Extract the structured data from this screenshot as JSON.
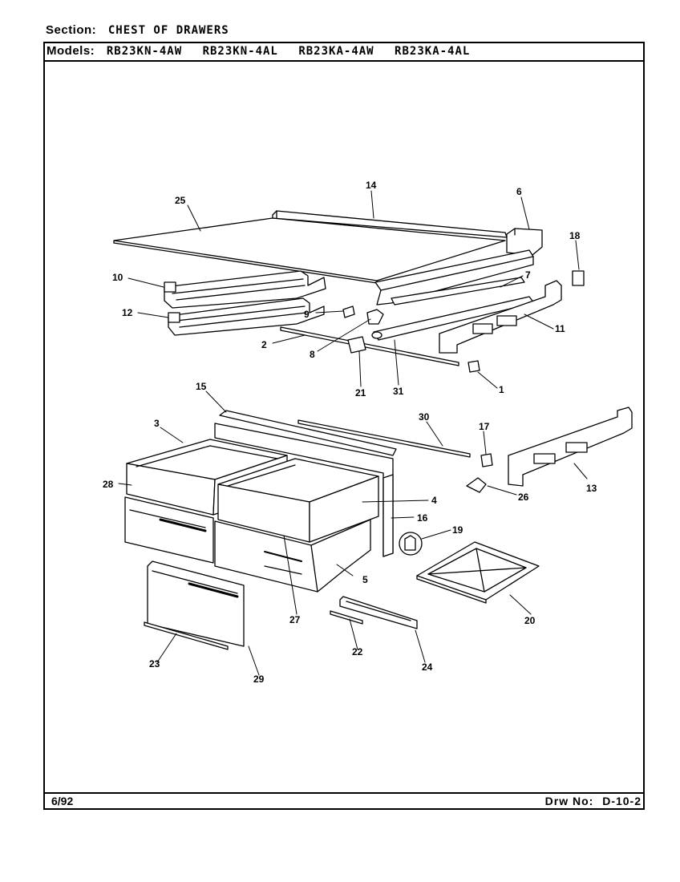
{
  "header": {
    "section_label": "Section:",
    "section_value": "CHEST OF DRAWERS",
    "models_label": "Models:",
    "models": [
      "RB23KN-4AW",
      "RB23KN-4AL",
      "RB23KA-4AW",
      "RB23KA-4AL"
    ]
  },
  "footer": {
    "date": "6/92",
    "drawing_label": "Drw No:",
    "drawing_number": "D-10-2"
  },
  "callouts": {
    "c1": "1",
    "c2": "2",
    "c3": "3",
    "c4": "4",
    "c5": "5",
    "c6": "6",
    "c7": "7",
    "c8": "8",
    "c9": "9",
    "c10": "10",
    "c11": "11",
    "c12": "12",
    "c13": "13",
    "c14": "14",
    "c15": "15",
    "c16": "16",
    "c17": "17",
    "c18": "18",
    "c19": "19",
    "c20": "20",
    "c21": "21",
    "c22": "22",
    "c23": "23",
    "c24": "24",
    "c25": "25",
    "c26": "26",
    "c27": "27",
    "c28": "28",
    "c29": "29",
    "c30": "30",
    "c31": "31"
  }
}
